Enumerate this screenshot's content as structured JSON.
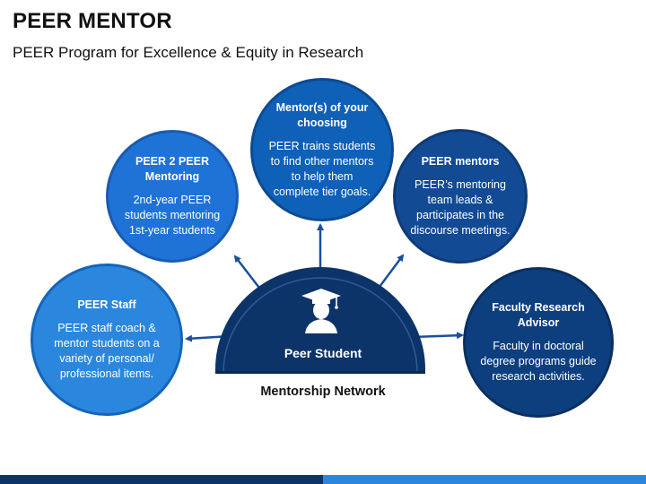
{
  "title": "PEER MENTOR",
  "subtitle": "PEER Program for Excellence & Equity in Research",
  "center": {
    "label": "Peer Student",
    "network_label": "Mentorship Network",
    "icon": "graduate-student-icon"
  },
  "nodes": {
    "peer_staff": {
      "heading": "PEER Staff",
      "body": "PEER staff coach & mentor students on a variety of personal/ professional items."
    },
    "peer_2_peer": {
      "heading": "PEER 2 PEER Mentoring",
      "body": "2nd-year PEER students mentoring 1st-year students"
    },
    "mentors_of_choosing": {
      "heading": "Mentor(s) of your choosing",
      "body": "PEER trains students to find other mentors to help them complete tier goals."
    },
    "peer_mentors": {
      "heading": "PEER mentors",
      "body": "PEER’s mentoring team leads & participates in the discourse meetings."
    },
    "faculty_advisor": {
      "heading": "Faculty Research Advisor",
      "body": "Faculty in doctoral degree programs guide research activities."
    }
  },
  "colors": {
    "staff": "#2b87de",
    "peer2peer": "#1f72d6",
    "choosing": "#0f60b7",
    "mentors": "#124a94",
    "faculty": "#0d3f7f",
    "dome": "#0d3468",
    "connector": "#1a4f9c"
  }
}
